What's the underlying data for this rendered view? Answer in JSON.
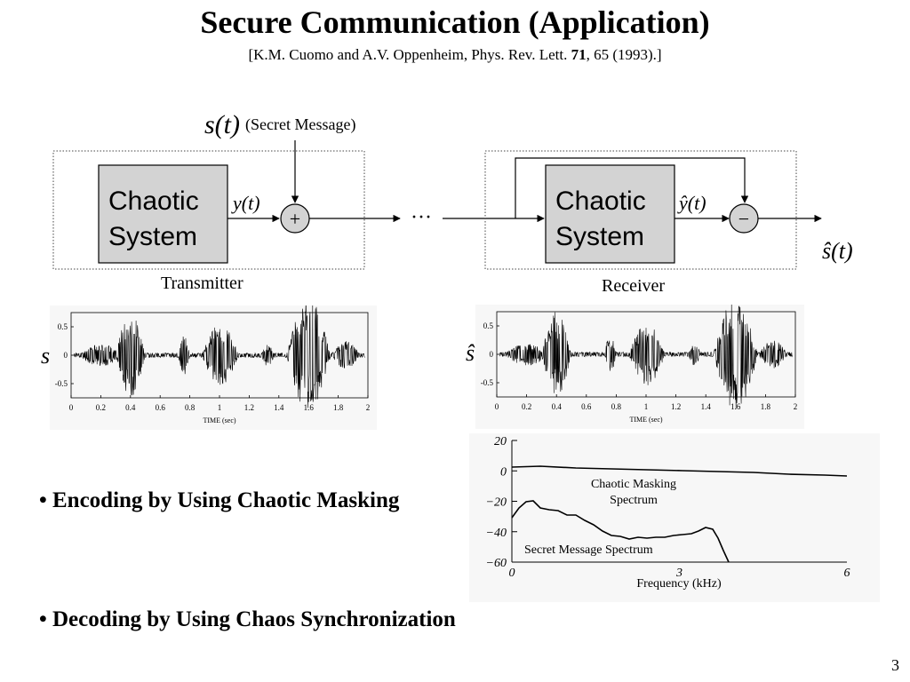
{
  "title": "Secure Communication (Application)",
  "citation": {
    "pre": "[K.M. Cuomo and A.V. Oppenheim, Phys. Rev. Lett. ",
    "volume": "71",
    "post": ", 65 (1993).]"
  },
  "diagram": {
    "input_symbol": "s(t)",
    "input_label": "(Secret Message)",
    "block_line1": "Chaotic",
    "block_line2": "System",
    "transmitter_signal": "y(t)",
    "receiver_signal": "ŷ(t)",
    "plus": "+",
    "minus": "−",
    "ellipsis": "···",
    "output_symbol": "ŝ(t)",
    "transmitter_label": "Transmitter",
    "receiver_label": "Receiver"
  },
  "waveforms": {
    "left_symbol": "s",
    "right_symbol": "ŝ",
    "y_ticks": [
      "0.5",
      "0",
      "-0.5"
    ],
    "x_ticks": [
      "0",
      "0.2",
      "0.4",
      "0.6",
      "0.8",
      "1",
      "1.2",
      "1.4",
      "1.6",
      "1.8",
      "2"
    ],
    "xlabel": "TIME (sec)"
  },
  "spectrum": {
    "y_ticks": [
      "20",
      "0",
      "−20",
      "−40",
      "−60"
    ],
    "x_ticks": [
      "0",
      "3",
      "6"
    ],
    "xlabel": "Frequency (kHz)",
    "masking_label_1": "Chaotic Masking",
    "masking_label_2": "Spectrum",
    "message_label": "Secret Message Spectrum"
  },
  "bullets": {
    "encoding": "• Encoding by Using Chaotic Masking",
    "decoding": "• Decoding by Using Chaos Synchronization"
  },
  "slide_number": "3"
}
